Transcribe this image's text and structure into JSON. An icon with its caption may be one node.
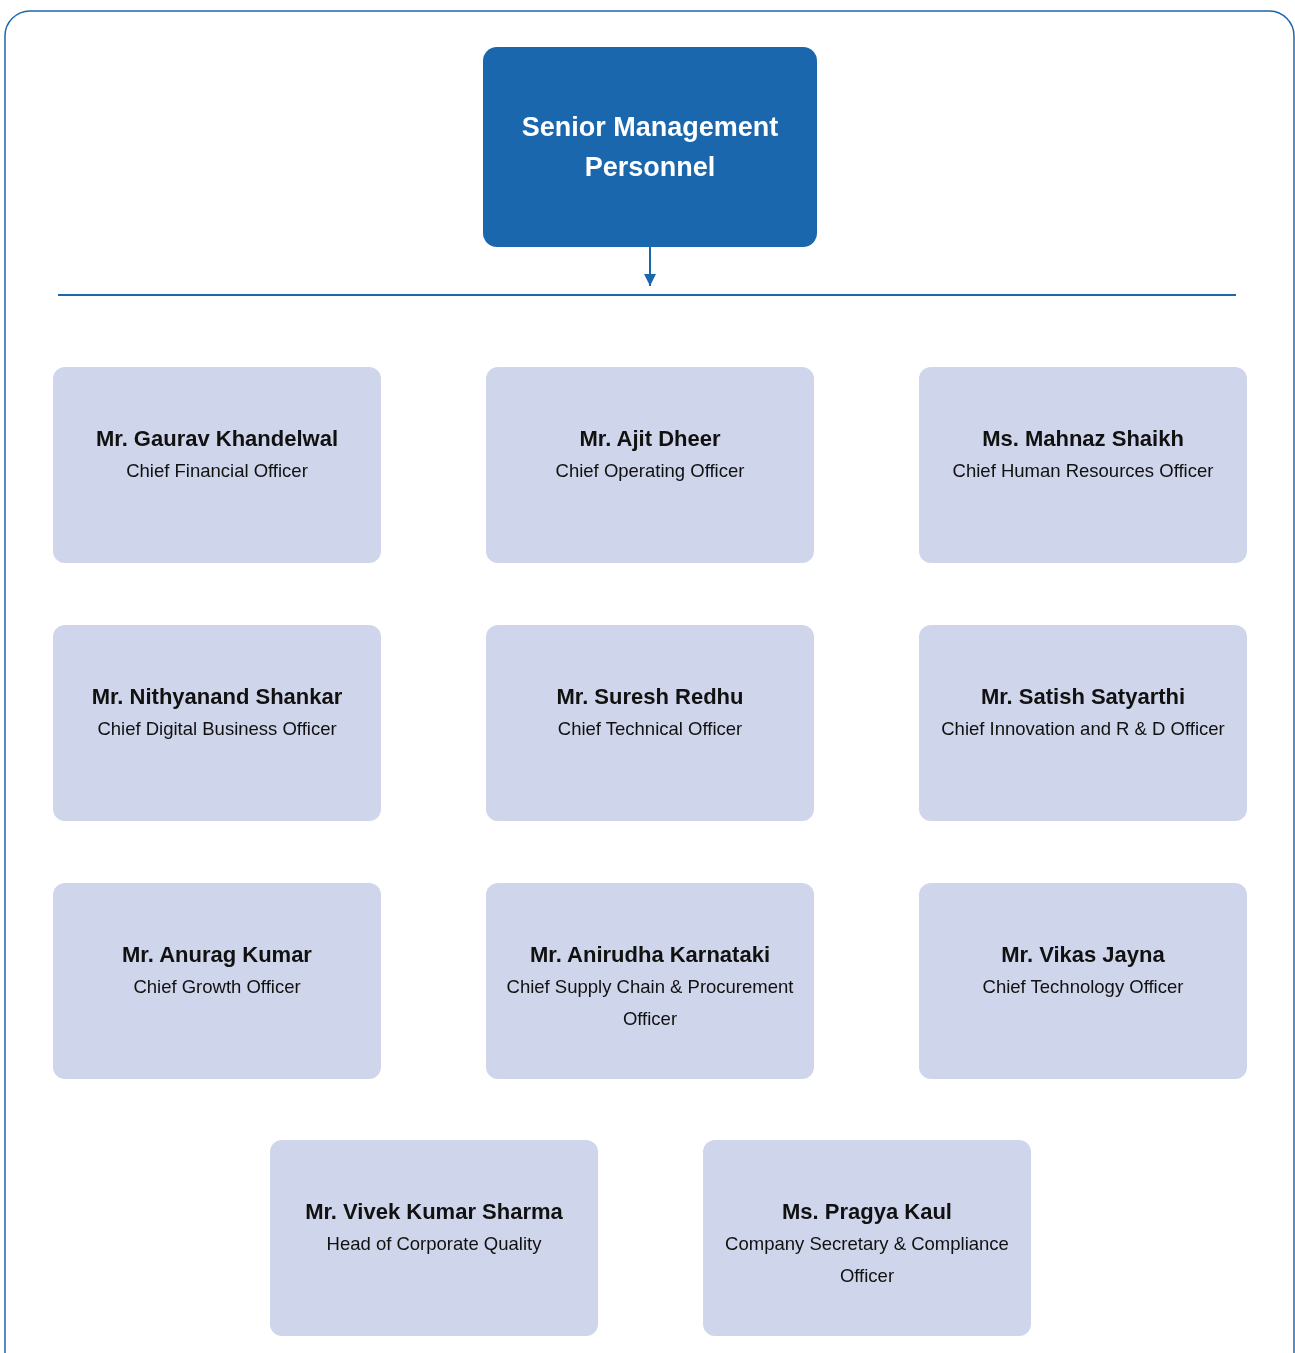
{
  "diagram": {
    "nodes": [
      {
        "text": [
          "Senior Management Personnel"
        ]
      },
      {
        "text": [],
        "shape": "bar"
      },
      {
        "text": [
          "Mr. Gaurav Khandelwal",
          "Chief Financial Officer"
        ]
      },
      {
        "text": [
          "Mr. Ajit Dheer",
          "Chief Operating Officer"
        ]
      },
      {
        "text": [
          "Ms. Mahnaz Shaikh",
          "Chief Human Resources Officer"
        ]
      },
      {
        "text": [
          "Mr. Nithyanand Shankar",
          "Chief Digital Business Officer"
        ]
      },
      {
        "text": [
          "Mr. Suresh Redhu",
          "Chief Technical Officer"
        ]
      },
      {
        "text": [
          "Mr. Satish Satyarthi",
          "Chief Innovation and R & D Officer"
        ]
      },
      {
        "text": [
          "Mr. Anurag Kumar",
          "Chief Growth Officer"
        ]
      },
      {
        "text": [
          "Mr. Anirudha Karnataki",
          "Chief Supply Chain & Procurement Officer"
        ]
      },
      {
        "text": [
          "Mr. Vikas Jayna",
          "Chief Technology Officer"
        ]
      },
      {
        "text": [
          "Mr. Vivek Kumar Sharma",
          "Head of Corporate Quality"
        ]
      },
      {
        "text": [
          "Ms. Pragya Kaul",
          "Company Secretary & Compliance Officer"
        ]
      }
    ],
    "edges": [
      {
        "from": 0,
        "to": 1,
        "arrow": "to"
      }
    ]
  }
}
